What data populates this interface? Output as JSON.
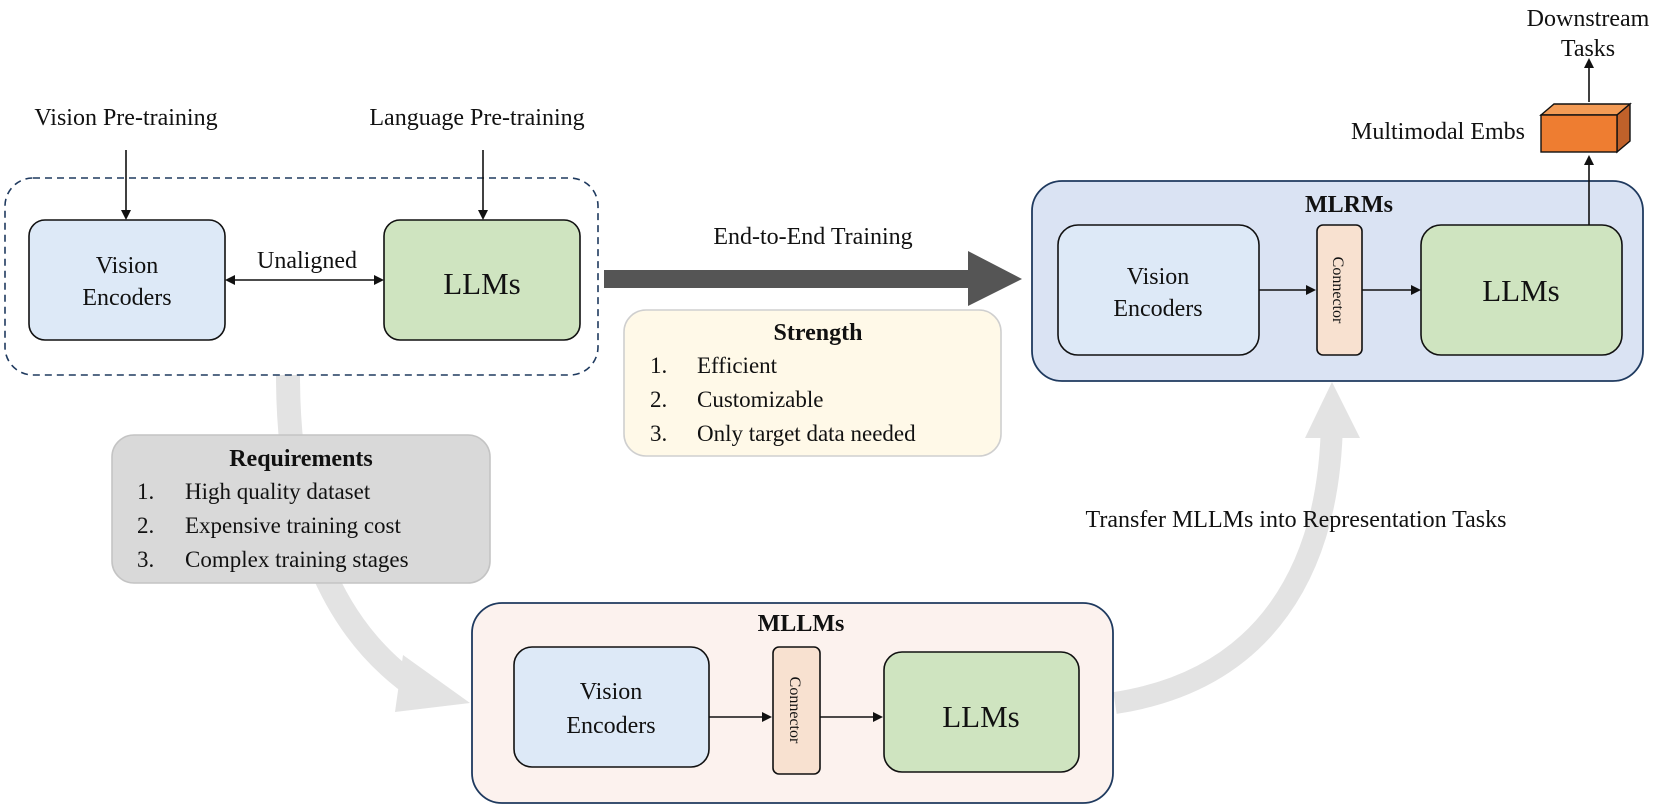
{
  "labels": {
    "vision_pretraining": "Vision Pre-training",
    "language_pretraining": "Language Pre-training",
    "unaligned": "Unaligned",
    "end_to_end": "End-to-End Training",
    "transfer": "Transfer MLLMs into Representation Tasks",
    "multimodal_embs": "Multimodal Embs",
    "downstream_line1": "Downstream",
    "downstream_line2": "Tasks"
  },
  "unaligned_group": {
    "vision_line1": "Vision",
    "vision_line2": "Encoders",
    "llms": "LLMs"
  },
  "mlrms": {
    "title": "MLRMs",
    "vision_line1": "Vision",
    "vision_line2": "Encoders",
    "connector": "Connector",
    "llms": "LLMs"
  },
  "mllms": {
    "title": "MLLMs",
    "vision_line1": "Vision",
    "vision_line2": "Encoders",
    "connector": "Connector",
    "llms": "LLMs"
  },
  "strength": {
    "title": "Strength",
    "items": [
      {
        "num": "1.",
        "text": "Efficient"
      },
      {
        "num": "2.",
        "text": "Customizable"
      },
      {
        "num": "3.",
        "text": "Only target data needed"
      }
    ]
  },
  "requirements": {
    "title": "Requirements",
    "items": [
      {
        "num": "1.",
        "text": "High quality dataset"
      },
      {
        "num": "2.",
        "text": "Expensive training cost"
      },
      {
        "num": "3.",
        "text": "Complex training stages"
      }
    ]
  },
  "colors": {
    "vision_fill": "#dde9f7",
    "llm_fill": "#cfe4c0",
    "connector_fill": "#f8e1d0",
    "mlrms_fill": "#dae3f3",
    "mlrms_border": "#1f3a5f",
    "mllms_fill": "#fcf2ee",
    "strength_fill": "#fff9e8",
    "requirements_fill": "#d9d9d9",
    "emb_cube": "#ee7d31",
    "big_arrow": "#555555",
    "flow_arrow": "#e3e3e3"
  }
}
